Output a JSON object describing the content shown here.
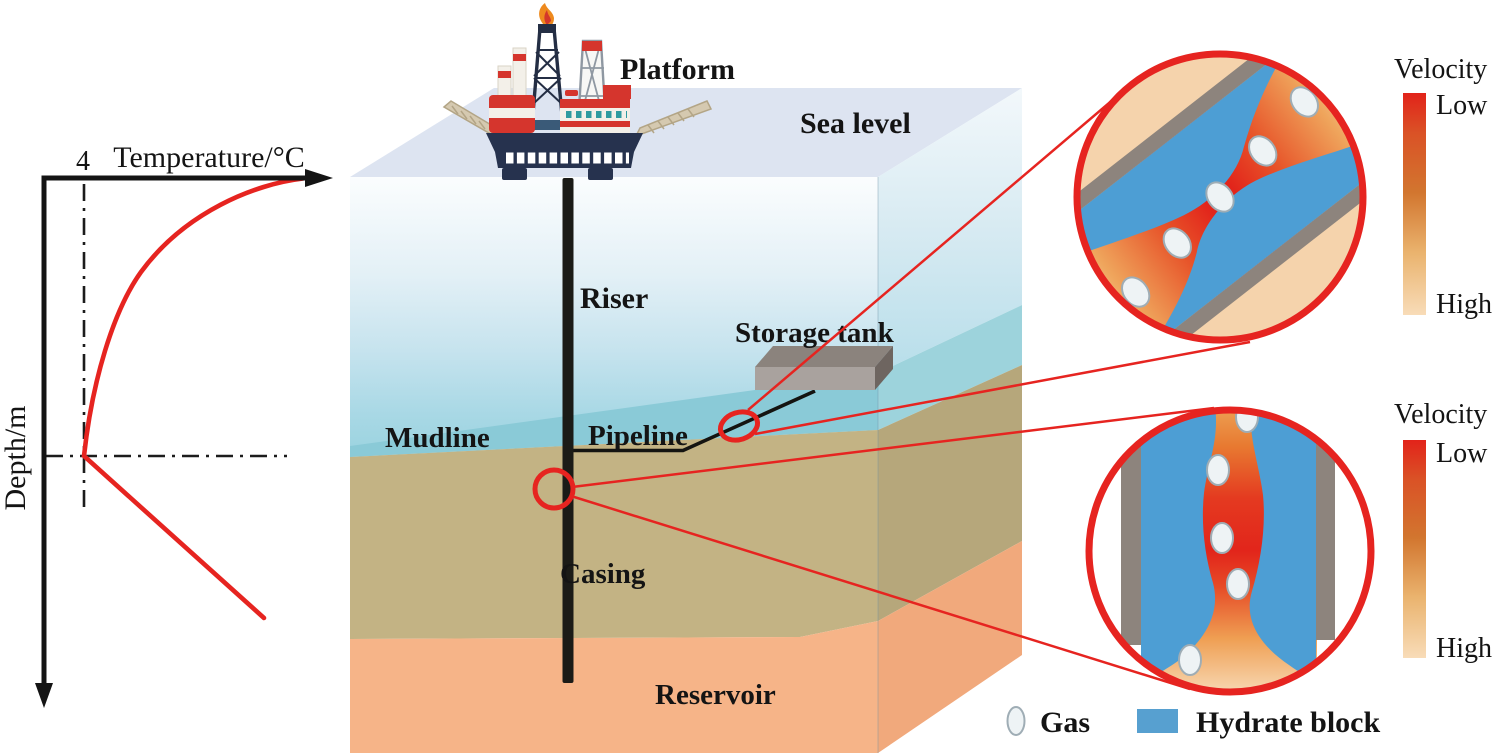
{
  "plot": {
    "x_axis_label": "Temperature/°C",
    "x_tick": "4",
    "y_axis_label": "Depth/m"
  },
  "scene": {
    "platform": "Platform",
    "sea_level": "Sea level",
    "riser": "Riser",
    "storage_tank": "Storage tank",
    "mudline": "Mudline",
    "pipeline": "Pipeline",
    "casing": "Casing",
    "reservoir": "Reservoir"
  },
  "colorbars": {
    "title": "Velocity",
    "low": "Low",
    "high": "High"
  },
  "legend": {
    "gas": "Gas",
    "hydrate": "Hydrate block"
  },
  "colors": {
    "accent_red": "#e62420",
    "hydrate_blue": "#4d9ed4",
    "legend_blue": "#57a0d0",
    "sediment_tan": "#c3b384",
    "reservoir_orange": "#f6b488",
    "sea_surface_lavender": "#dde4f1",
    "pipe_wall_gray": "#8d847d",
    "velocity_gradient": [
      "#e2231a",
      "#d2762f",
      "#f8dcb8"
    ]
  },
  "chart_data": {
    "type": "line",
    "title": "",
    "xlabel": "Temperature/°C",
    "ylabel": "Depth/m",
    "x_ticks": [
      "4"
    ],
    "series": [
      {
        "name": "temperature-depth-profile",
        "description": "Temperature decreases from warm surface seawater down to 4 °C at the mudline depth (dash-dot crosshair), then increases linearly with depth below the seabed."
      }
    ],
    "legend_position": "none",
    "grid": false
  }
}
